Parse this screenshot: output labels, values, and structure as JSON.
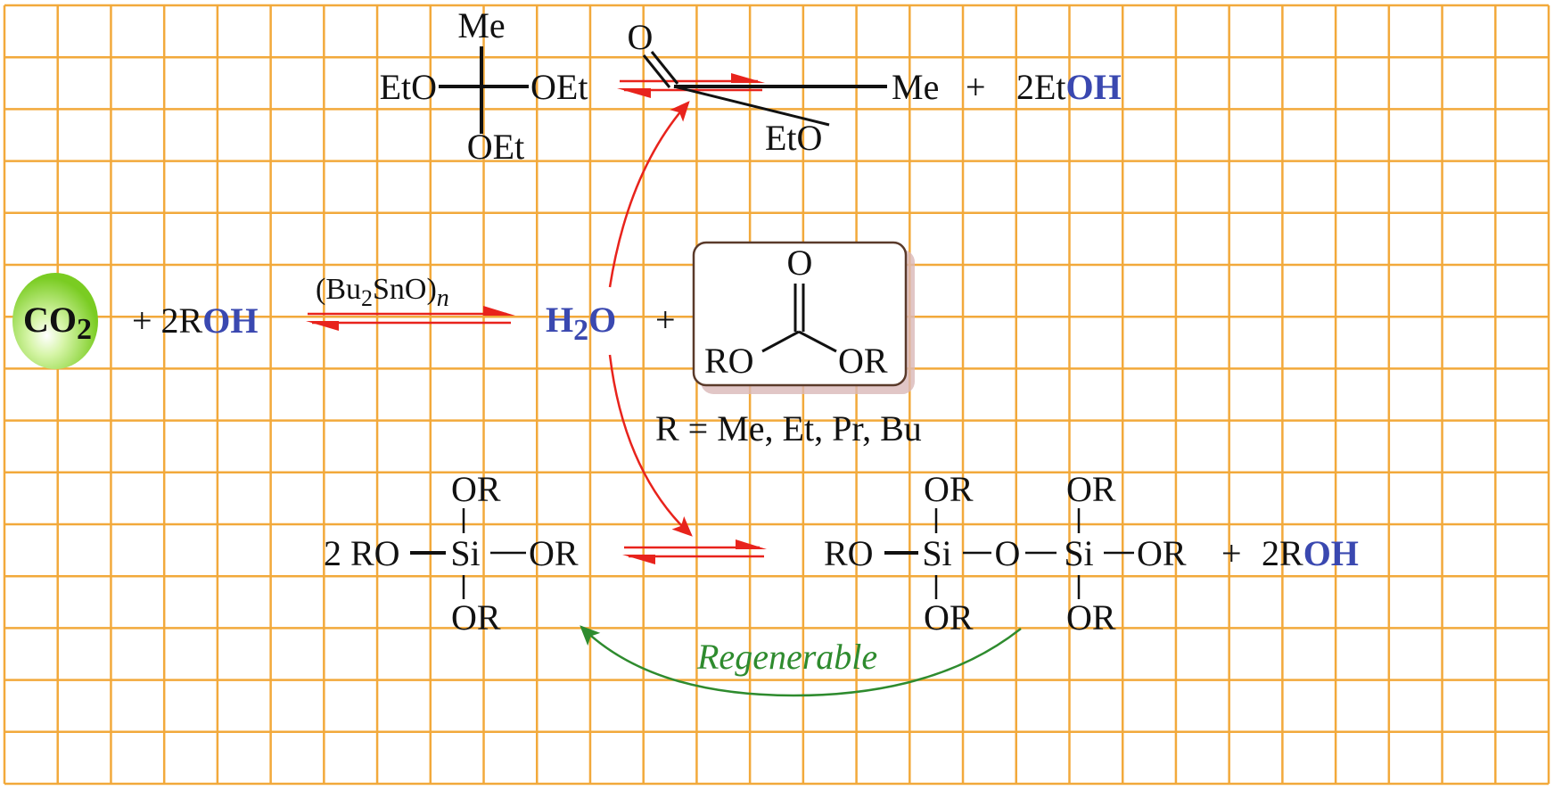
{
  "colors": {
    "grid": "#f2a93b",
    "arrow": "#e8231c",
    "highlight": "#3a48b0",
    "regen": "#2e8b2e",
    "co2_bubble": "#8fd83a",
    "box_border": "#5a3a2a"
  },
  "top_reaction": {
    "orthoester": {
      "top": "Me",
      "left": "EtO",
      "right": "OEt",
      "bottom": "OEt"
    },
    "ester": {
      "carbonyl_o": "O",
      "right": "Me",
      "bottom": "EtO"
    },
    "plus": "+",
    "coproduct": {
      "coef_prefix": "2Et",
      "highlight": "OH"
    }
  },
  "main_reaction": {
    "co2": {
      "main": "CO",
      "sub": "2"
    },
    "plus_roh": {
      "prefix": "+ 2R",
      "highlight": "OH"
    },
    "catalyst": {
      "open": "(Bu",
      "sub": "2",
      "mid": "SnO)",
      "italic_sub": "n"
    },
    "water": {
      "h": "H",
      "sub": "2",
      "o": "O"
    },
    "plus": "+",
    "carbonate": {
      "o": "O",
      "left": "RO",
      "right": "OR"
    },
    "r_definition": "R = Me, Et, Pr, Bu"
  },
  "bottom_reaction": {
    "silicate": {
      "prefix": "2 RO",
      "center": "Si",
      "right": "OR",
      "top": "OR",
      "bottom": "OR"
    },
    "disiloxane": {
      "left": "RO",
      "si1": "Si",
      "bridge": "O",
      "si2": "Si",
      "right": "OR",
      "top1": "OR",
      "top2": "OR",
      "bottom1": "OR",
      "bottom2": "OR"
    },
    "plus": "+",
    "coproduct": {
      "prefix": "2R",
      "highlight": "OH"
    },
    "regen_label": "Regenerable"
  }
}
